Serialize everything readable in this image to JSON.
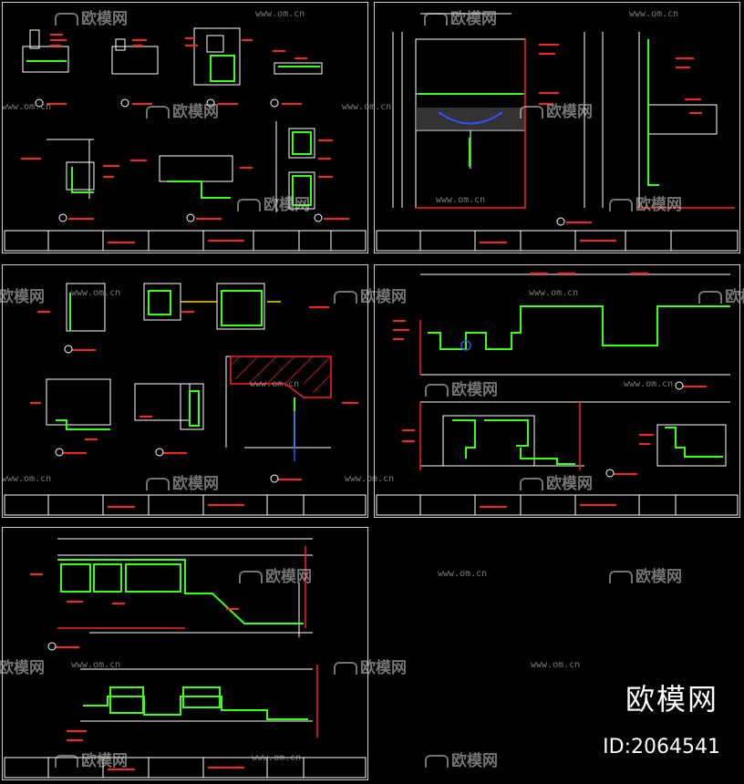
{
  "watermark": {
    "brand": "欧模网",
    "url": "www.om.cn"
  },
  "brand_stamp": {
    "name": "欧模网",
    "id": "ID:2064541"
  },
  "colors": {
    "background": "#000000",
    "linework": "#ffffff",
    "finish": "#39ff14",
    "annotation": "#ff2020",
    "frame": "#cfcfcf",
    "accent_blue": "#3050ff",
    "accent_yellow": "#ffd200"
  },
  "sheets": [
    {
      "id": "sheet-1",
      "name": "detail-sheet-top-left"
    },
    {
      "id": "sheet-2",
      "name": "detail-sheet-top-right"
    },
    {
      "id": "sheet-3",
      "name": "detail-sheet-middle-left"
    },
    {
      "id": "sheet-4",
      "name": "detail-sheet-middle-right"
    },
    {
      "id": "sheet-5",
      "name": "detail-sheet-bottom-left"
    },
    {
      "id": "sheet-6",
      "name": "empty-sheet-bottom-right"
    }
  ]
}
